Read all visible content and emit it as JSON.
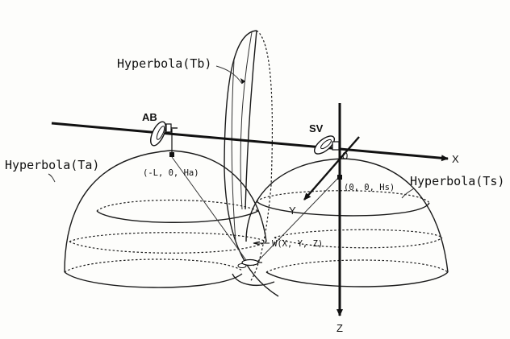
{
  "labels": {
    "hyperbola_tb": "Hyperbola(Tb)",
    "hyperbola_ta": "Hyperbola(Ta)",
    "hyperbola_ts": "Hyperbola(Ts)",
    "ab": "AB",
    "sv": "SV",
    "ab_coords": "(-L, 0, Ha)",
    "sv_coords": "(0, 0, Hs)",
    "target": "W(X, Y, Z)",
    "axis_x": "X",
    "axis_y": "Y",
    "axis_z": "Z",
    "origin": "0"
  }
}
